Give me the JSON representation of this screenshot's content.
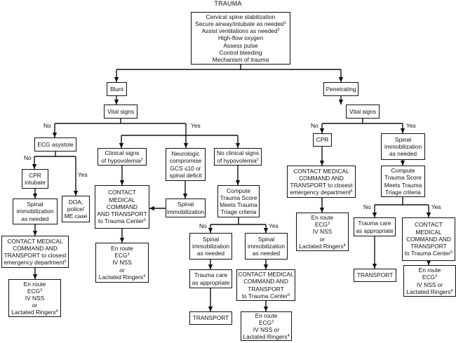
{
  "title": "TRAUMA",
  "nodes": {
    "initial": {
      "lines": [
        "Cervical spine stabilization",
        "Secure airway/intubate as needed|1",
        "Assist ventilations as needed|2",
        "High-flow oxygen",
        "Assess pulse",
        "Control bleeding",
        "Mechanism of trauma"
      ]
    },
    "blunt": {
      "lines": [
        "Blunt"
      ]
    },
    "penetrating": {
      "lines": [
        "Penetrating"
      ]
    },
    "blunt_vitals": {
      "lines": [
        "Vital signs"
      ]
    },
    "ecg_asystole": {
      "lines": [
        "ECG asystole"
      ]
    },
    "cpr_intubate": {
      "lines": [
        "CPR",
        "intubate"
      ]
    },
    "doa": {
      "lines": [
        "DOA;",
        "police/",
        "ME case"
      ]
    },
    "blunt_spinal_needed": {
      "lines": [
        "Spinal",
        "immobilization",
        "as needed"
      ]
    },
    "blunt_contact_closest": {
      "lines": [
        "CONTACT MEDICAL",
        "COMMAND AND",
        "TRANSPORT to closest",
        "emergency department|5"
      ]
    },
    "blunt_enroute_1": {
      "lines": [
        "En route",
        "ECG|3",
        "IV NSS",
        "*or",
        "Lactated Ringers|4"
      ]
    },
    "clinical_hypovolemia": {
      "lines": [
        "Clinical signs",
        "of hypovolemia|2"
      ]
    },
    "neurologic": {
      "lines": [
        "Neurologic",
        "compromise",
        "GCS ≤10 or",
        "spinal deficit"
      ]
    },
    "no_clinical_hypovolemia": {
      "lines": [
        "No clinical signs",
        "of hypovolemia|2"
      ]
    },
    "blunt_contact_trauma_center": {
      "lines": [
        "CONTACT",
        "MEDICAL",
        "COMMAND",
        "AND TRANSPORT",
        "to Trauma Center|5"
      ]
    },
    "spinal_immobilization": {
      "lines": [
        "Spinal",
        "immobilization"
      ]
    },
    "blunt_enroute_2": {
      "lines": [
        "En route",
        "ECG|3",
        "IV NSS",
        "*or",
        "Lactated Ringers|4"
      ]
    },
    "blunt_compute_score": {
      "lines": [
        "Compute",
        "Trauma Score",
        "Meets Trauma",
        "Triage criteria"
      ]
    },
    "blunt_no_spinal": {
      "lines": [
        "Spinal",
        "immobilization",
        "as needed"
      ]
    },
    "blunt_yes_spinal": {
      "lines": [
        "Spinal",
        "immobilization",
        "as needed"
      ]
    },
    "blunt_trauma_care": {
      "lines": [
        "Trauma care",
        "as appropriate"
      ]
    },
    "blunt_transport": {
      "lines": [
        "TRANSPORT"
      ]
    },
    "blunt_contact_trauma_center_2": {
      "lines": [
        "CONTACT MEDICAL",
        "COMMAND AND",
        "TRANSPORT",
        "to Trauma Center|5"
      ]
    },
    "blunt_enroute_3": {
      "lines": [
        "En route",
        "ECG|3",
        "IV NSS *or",
        "Lactated Ringers|4"
      ]
    },
    "pen_vitals": {
      "lines": [
        "Vital signs"
      ]
    },
    "pen_cpr": {
      "lines": [
        "CPR"
      ]
    },
    "pen_spinal_needed": {
      "lines": [
        "Spinal",
        "immobilization",
        "as needed"
      ]
    },
    "pen_contact_closest": {
      "lines": [
        "CONTACT MEDICAL",
        "COMMAND AND",
        "TRANSPORT to closest",
        "emergency department|5"
      ]
    },
    "pen_compute_score": {
      "lines": [
        "Compute",
        "Trauma Score",
        "Meets Trauma",
        "Triage criteria"
      ]
    },
    "pen_enroute_1": {
      "lines": [
        "En route",
        "ECG|3",
        "IV NSS",
        "*or",
        "Lactated Ringers|4"
      ]
    },
    "pen_trauma_care": {
      "lines": [
        "Trauma care",
        "as appropriate"
      ]
    },
    "pen_contact_trauma_center": {
      "lines": [
        "CONTACT",
        "MEDICAL",
        "COMMAND AND",
        "TRANSPORT",
        "to Trauma Center|5"
      ]
    },
    "pen_transport": {
      "lines": [
        "TRANSPORT"
      ]
    },
    "pen_enroute_2": {
      "lines": [
        "En route",
        "ECG|3",
        "IV NSS *or",
        "Lactated Ringers|4"
      ]
    }
  },
  "edge_labels": {
    "blunt_vitals_no": "No",
    "blunt_vitals_yes": "Yes",
    "ecg_no": "No",
    "ecg_yes": "Yes",
    "blunt_score_no": "No",
    "blunt_score_yes": "Yes",
    "pen_vitals_no": "No",
    "pen_vitals_yes": "Yes",
    "pen_score_no": "No",
    "pen_score_yes": "Yes"
  }
}
